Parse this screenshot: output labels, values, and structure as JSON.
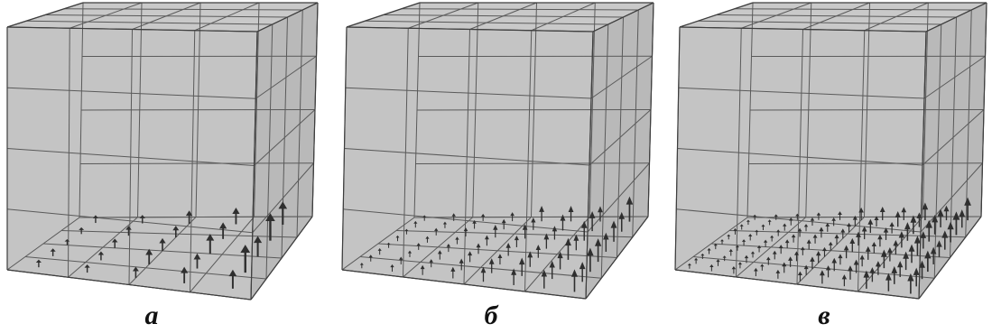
{
  "panels": [
    {
      "label": "а"
    },
    {
      "label": "б"
    },
    {
      "label": "в"
    }
  ],
  "colors": {
    "background": "#ffffff",
    "cube_front": "#c4c4c4",
    "cube_back": "#b9b9b9",
    "grid": "#5a5a5a",
    "edge": "#3e3e3e",
    "arrow": "#2f2f2f"
  }
}
